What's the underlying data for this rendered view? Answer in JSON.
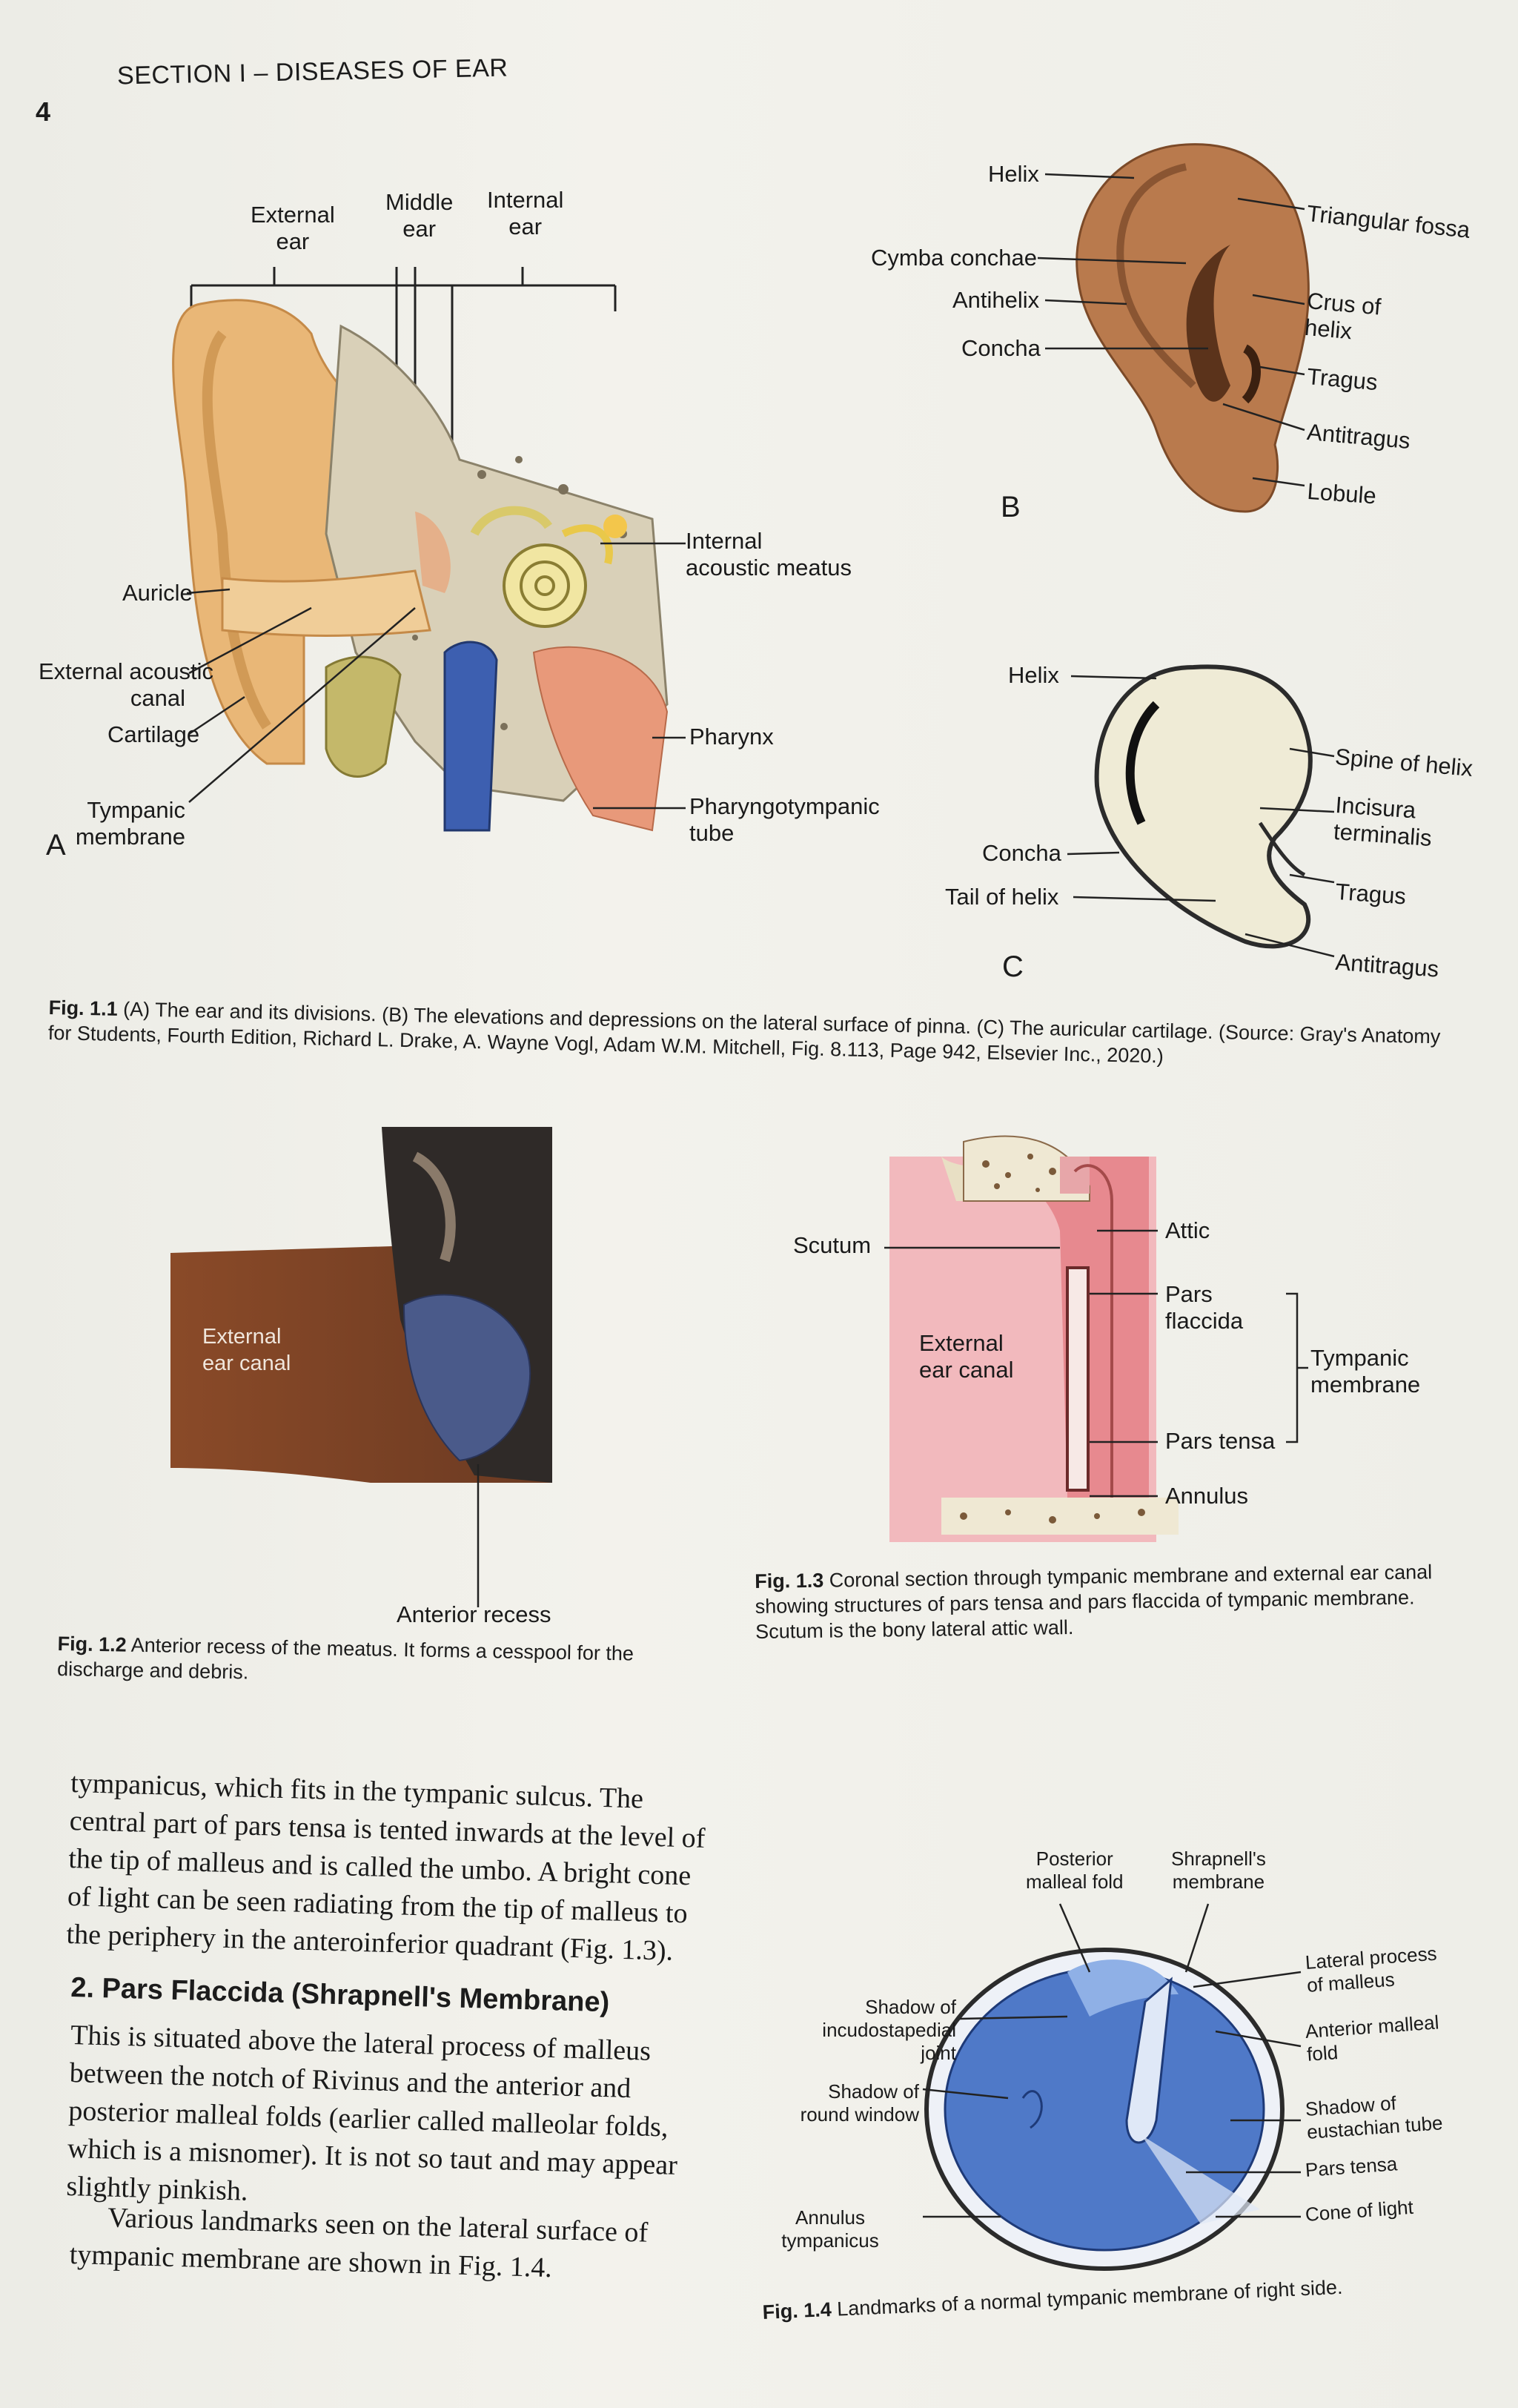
{
  "header": {
    "page_number": "4",
    "section_title": "SECTION I – DISEASES OF EAR"
  },
  "fig1_1": {
    "panel_a": {
      "letter": "A",
      "labels": {
        "external_ear": "External\near",
        "middle_ear": "Middle\near",
        "internal_ear": "Internal\near",
        "auricle": "Auricle",
        "external_acoustic_canal": "External acoustic\ncanal",
        "cartilage": "Cartilage",
        "tympanic_membrane": "Tympanic\nmembrane",
        "internal_acoustic_meatus": "Internal\nacoustic meatus",
        "pharynx": "Pharynx",
        "pharyngotympanic_tube": "Pharyngotympanic\ntube"
      }
    },
    "panel_b": {
      "letter": "B",
      "labels": {
        "helix": "Helix",
        "cymba_conchae": "Cymba conchae",
        "antihelix": "Antihelix",
        "concha": "Concha",
        "triangular_fossa": "Triangular fossa",
        "crus_of_helix": "Crus of\nhelix",
        "tragus": "Tragus",
        "antitragus": "Antitragus",
        "lobule": "Lobule"
      }
    },
    "panel_c": {
      "letter": "C",
      "labels": {
        "helix": "Helix",
        "concha": "Concha",
        "tail_of_helix": "Tail of helix",
        "spine_of_helix": "Spine of helix",
        "incisura_terminalis": "Incisura\nterminalis",
        "tragus": "Tragus",
        "antitragus": "Antitragus"
      }
    },
    "caption_id": "Fig. 1.1",
    "caption_text": "(A) The ear and its divisions. (B) The elevations and depressions on the lateral surface of pinna. (C) The auricular cartilage. (Source: Gray's Anatomy for Students, Fourth Edition, Richard L. Drake, A. Wayne Vogl, Adam W.M. Mitchell, Fig. 8.113, Page 942, Elsevier Inc., 2020.)"
  },
  "fig1_2": {
    "labels": {
      "external_ear_canal": "External\near canal",
      "anterior_recess": "Anterior recess"
    },
    "caption_id": "Fig. 1.2",
    "caption_text": "Anterior recess of the meatus. It forms a cesspool for the discharge and debris."
  },
  "fig1_3": {
    "labels": {
      "scutum": "Scutum",
      "external_ear_canal": "External\near canal",
      "attic": "Attic",
      "pars_flaccida": "Pars\nflaccida",
      "tympanic_membrane": "Tympanic\nmembrane",
      "pars_tensa": "Pars tensa",
      "annulus": "Annulus"
    },
    "caption_id": "Fig. 1.3",
    "caption_text": "Coronal section through tympanic membrane and external ear canal showing structures of pars tensa and pars flaccida of tympanic membrane. Scutum is the bony lateral attic wall."
  },
  "body": {
    "para1": "tympanicus, which fits in the tympanic sulcus. The central part of pars tensa is tented inwards at the level of the tip of malleus and is called the umbo. A bright cone of light can be seen radiating from the tip of malleus to the periphery in the anteroinferior quadrant (Fig. 1.3).",
    "section_heading": "2. Pars Flaccida (Shrapnell's Membrane)",
    "para2": "This is situated above the lateral process of malleus between the notch of Rivinus and the anterior and posterior malleal folds (earlier called malleolar folds, which is a misnomer). It is not so taut and may appear slightly pinkish.",
    "para3": "Various landmarks seen on the lateral surface of tympanic membrane are shown in Fig. 1.4."
  },
  "fig1_4": {
    "labels": {
      "posterior_malleal_fold": "Posterior\nmalleal fold",
      "shrapnells_membrane": "Shrapnell's\nmembrane",
      "lateral_process": "Lateral process\nof malleus",
      "anterior_malleal_fold": "Anterior malleal\nfold",
      "shadow_eustachian": "Shadow of\neustachian tube",
      "pars_tensa": "Pars tensa",
      "cone_of_light": "Cone of light",
      "shadow_incudostapedial": "Shadow of\nincudostapedial\njoint",
      "shadow_round_window": "Shadow of\nround window",
      "annulus_tympanicus": "Annulus\ntympanicus"
    },
    "caption_id": "Fig. 1.4",
    "caption_text": "Landmarks of a normal tympanic membrane of right side."
  },
  "colors": {
    "skin": "#e8b77a",
    "canal_blue": "#3d5fb0",
    "tm_blue": "#4f79c8",
    "pink": "#e59aa0",
    "bone": "#efe8d3"
  }
}
